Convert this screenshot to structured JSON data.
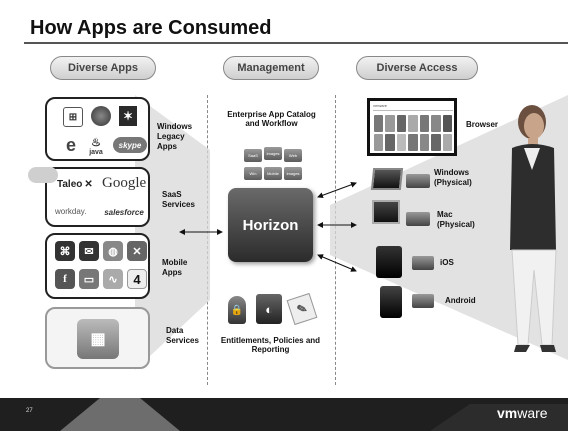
{
  "title": "How Apps are Consumed",
  "headers": {
    "apps": "Diverse Apps",
    "management": "Management",
    "access": "Diverse Access"
  },
  "app_groups": {
    "windows": "Windows Legacy Apps",
    "saas": "SaaS Services",
    "mobile": "Mobile Apps",
    "data": "Data Services"
  },
  "logos": {
    "java": "java",
    "skype": "skype",
    "taleo": "Taleo",
    "google": "Google",
    "workday": "workday.",
    "salesforce": "salesforce",
    "calendar_day": "4"
  },
  "management": {
    "top": "Enterprise App Catalog and Workflow",
    "hub": "Horizon",
    "bottom": "Entitlements, Policies and Reporting",
    "tiles": [
      "SaaS",
      "Images",
      "Web",
      "Win",
      "Mobile",
      "Images"
    ]
  },
  "access": {
    "browser": "Browser",
    "windows": "Windows (Physical)",
    "mac": "Mac (Physical)",
    "ios": "iOS",
    "android": "Android",
    "browser_brand": "vmware"
  },
  "footer": {
    "page_number": "27",
    "brand_vm": "vm",
    "brand_ware": "ware"
  },
  "colors": {
    "hub": "#3c3c3c",
    "footer": "#1f1f1f",
    "fan": "#d9d9d9"
  }
}
